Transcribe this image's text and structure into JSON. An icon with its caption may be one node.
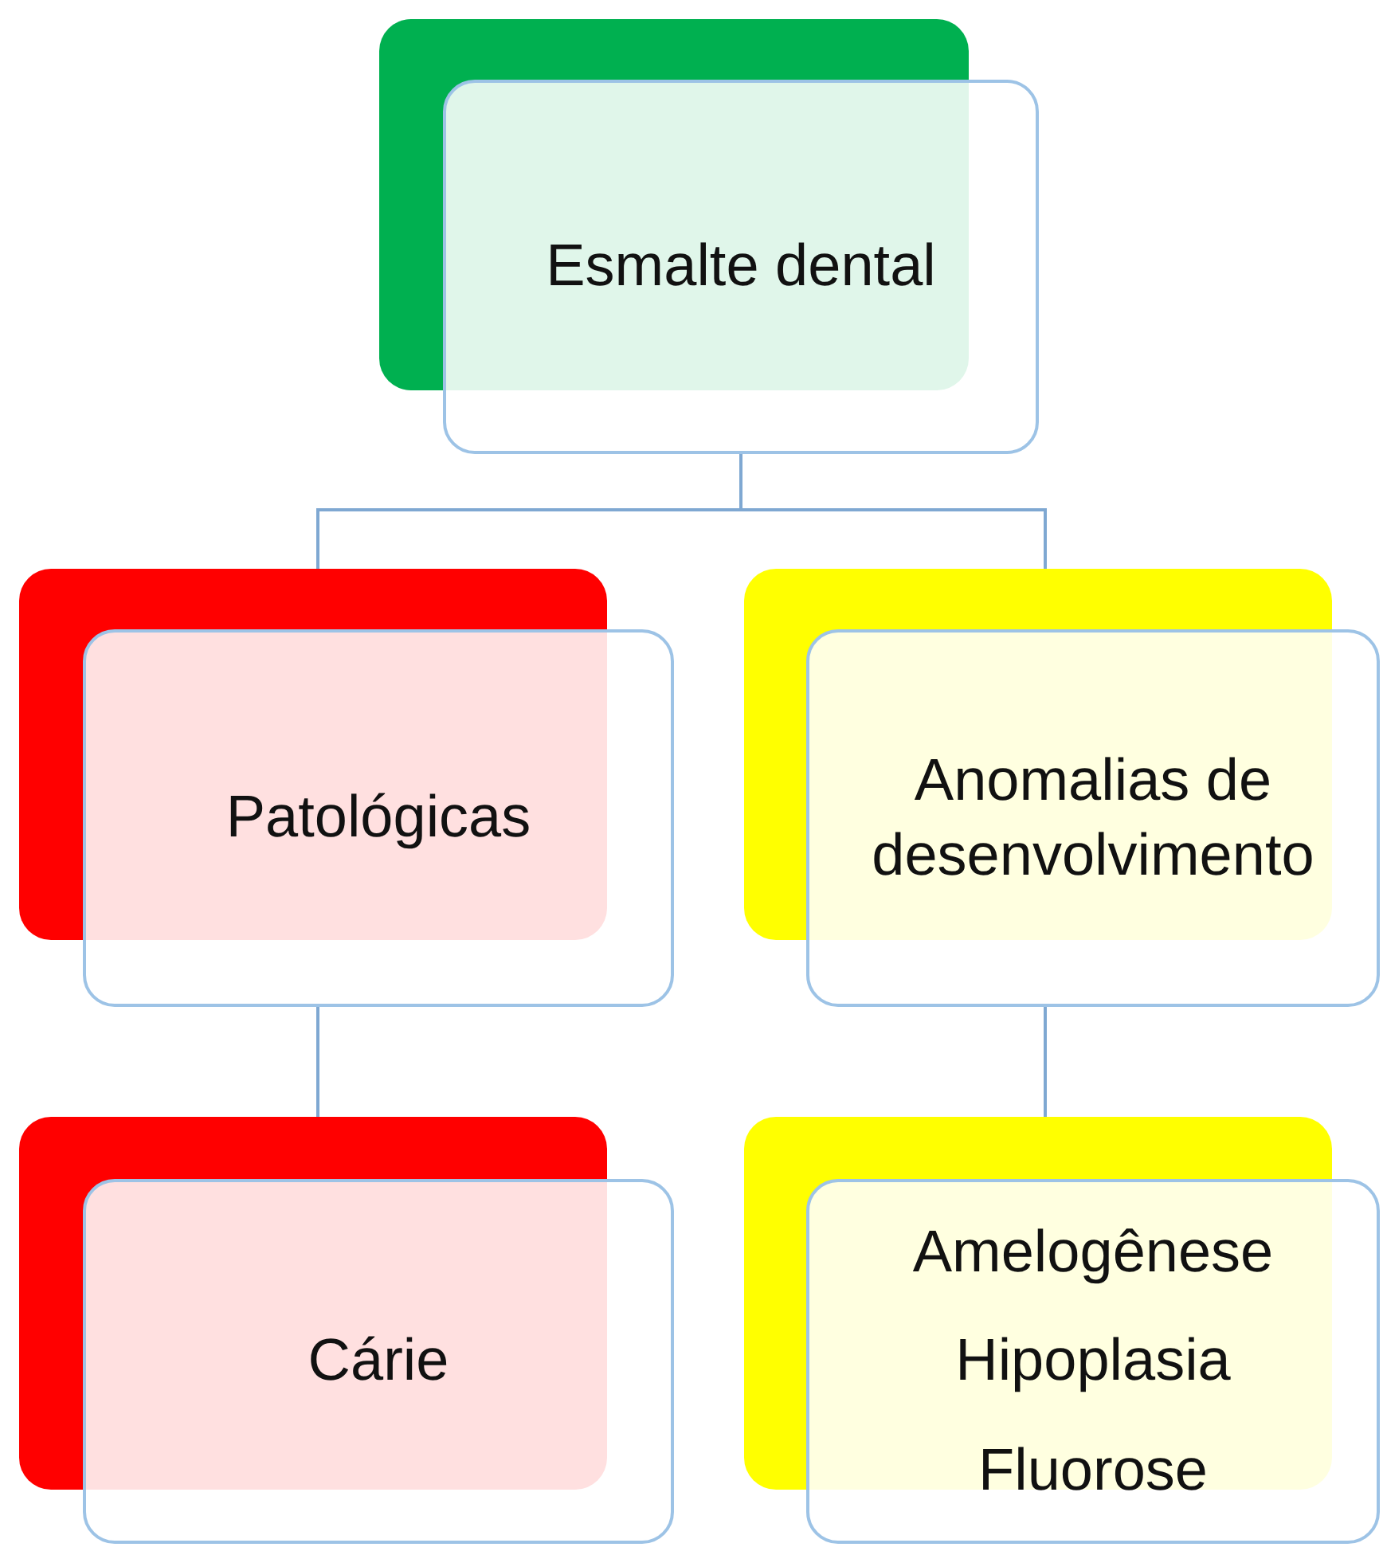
{
  "diagram": {
    "nodes": [
      {
        "text": [
          "Esmalte dental"
        ]
      },
      {
        "text": [
          "Patológicas"
        ]
      },
      {
        "text": [
          "Anomalias de desenvolvimento"
        ]
      },
      {
        "text": [
          "Cárie"
        ]
      },
      {
        "text": [
          "Amelogênese",
          "Hipoplasia",
          "Fluorose"
        ]
      }
    ],
    "edges": [
      {
        "from": 0,
        "to": 1,
        "arrow": "none"
      },
      {
        "from": 0,
        "to": 2,
        "arrow": "none"
      },
      {
        "from": 1,
        "to": 3,
        "arrow": "none"
      },
      {
        "from": 2,
        "to": 4,
        "arrow": "none"
      }
    ]
  }
}
